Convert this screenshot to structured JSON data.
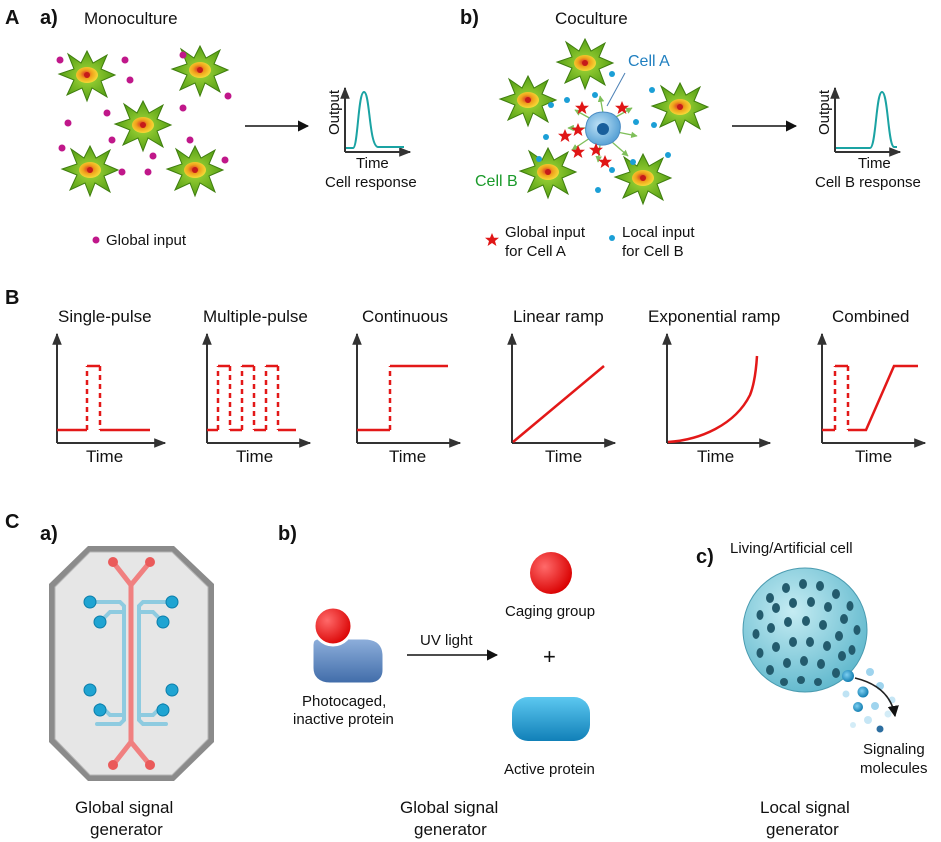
{
  "panels": {
    "A": {
      "letter": "A",
      "a": {
        "tag": "a)",
        "title": "Monoculture",
        "output_label": "Output",
        "time_label": "Time",
        "response_label": "Cell response",
        "legend_global": "Global input"
      },
      "b": {
        "tag": "b)",
        "title": "Coculture",
        "cell_a": "Cell A",
        "cell_b": "Cell B",
        "output_label": "Output",
        "time_label": "Time",
        "response_label": "Cell B response",
        "legend_global_1": "Global input",
        "legend_global_2": "for Cell A",
        "legend_local_1": "Local input",
        "legend_local_2": "for Cell B"
      }
    },
    "B": {
      "letter": "B",
      "signals": [
        {
          "title": "Single-pulse",
          "time_label": "Time"
        },
        {
          "title": "Multiple-pulse",
          "time_label": "Time"
        },
        {
          "title": "Continuous",
          "time_label": "Time"
        },
        {
          "title": "Linear ramp",
          "time_label": "Time"
        },
        {
          "title": "Exponential ramp",
          "time_label": "Time"
        },
        {
          "title": "Combined",
          "time_label": "Time"
        }
      ]
    },
    "C": {
      "letter": "C",
      "a": {
        "tag": "a)",
        "caption_1": "Global signal",
        "caption_2": "generator"
      },
      "b": {
        "tag": "b)",
        "uv_label": "UV light",
        "caged_1": "Photocaged,",
        "caged_2": "inactive protein",
        "caging_group": "Caging group",
        "plus": "+",
        "active_protein": "Active protein",
        "caption_1": "Global signal",
        "caption_2": "generator"
      },
      "c": {
        "tag": "c)",
        "cell_label": "Living/Artificial cell",
        "molecules_1": "Signaling",
        "molecules_2": "molecules",
        "caption_1": "Local signal",
        "caption_2": "generator"
      }
    }
  },
  "colors": {
    "signal_red": "#e31818",
    "response_teal": "#1aa3a3",
    "cell_green": "#6cbf1e",
    "cell_a_blue": "#4a90c8",
    "input_magenta": "#c0178a",
    "input_cyan": "#1b9fd6",
    "label_green": "#1a9a2a",
    "label_blue": "#1f7fc0"
  },
  "icons": [
    "neuron-cell",
    "red-star",
    "protein",
    "sphere-cell",
    "microfluidic-chip"
  ]
}
